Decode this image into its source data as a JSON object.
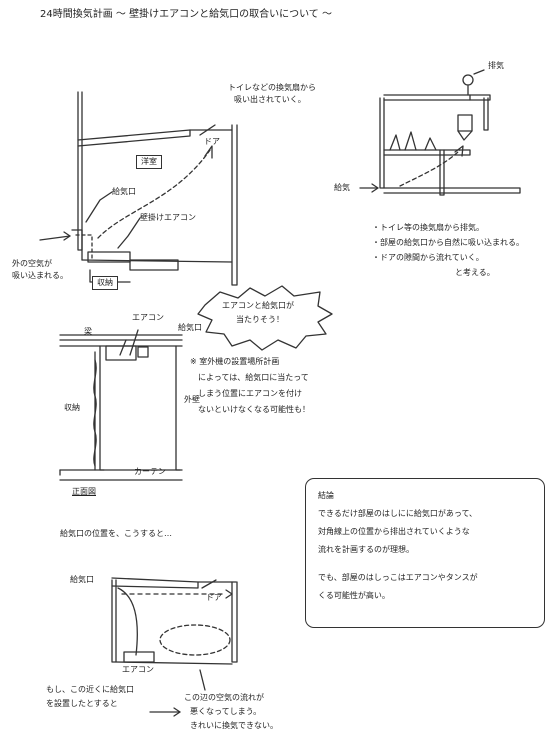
{
  "title": "24時間換気計画 〜 壁掛けエアコンと給気口の取合いについて 〜",
  "plan": {
    "toilet_callout": [
      "トイレなどの換気扇から",
      "吸い出されていく。"
    ],
    "room_label": "洋室",
    "door_label": "ドア",
    "supply_label": "給気口",
    "aircon_label": "壁掛けエアコン",
    "outside_air": [
      "外の空気が",
      "吸い込まれる。"
    ],
    "closet_label": "収納"
  },
  "section": {
    "exhaust_label": "排気",
    "supply_label": "給気",
    "notes": [
      "・トイレ等の換気扇から排気。",
      "・部屋の給気口から自然に吸い込まれる。",
      "・ドアの隙間から流れていく。",
      "と考える。"
    ]
  },
  "elevation": {
    "burst": [
      "エアコンと給気口が",
      "当たりそう！"
    ],
    "aircon_label": "エアコン",
    "supply_label": "給気口",
    "beam_label": "梁",
    "wall_label": "外壁",
    "closet_label": "収納",
    "curtain_label": "カーテン",
    "caption": "正面図",
    "warning": [
      "※ 室外機の設置場所計画",
      "によっては、給気口に当たって",
      "しまう位置にエアコンを付け",
      "ないといけなくなる可能性も！"
    ]
  },
  "conclusion": {
    "heading": "結論",
    "lines": [
      "できるだけ部屋のはしにに給気口があって、",
      "対角線上の位置から排出されていくような",
      "流れを計画するのが理想。",
      "でも、部屋のはしっこはエアコンやタンスが",
      "くる可能性が高い。"
    ]
  },
  "bottom": {
    "heading": "給気口の位置を、こうすると…",
    "supply_label": "給気口",
    "door_label": "ドア",
    "aircon_label": "エアコン",
    "note_left": [
      "もし、この近くに給気口",
      "を設置したとすると"
    ],
    "note_right": [
      "この辺の空気の流れが",
      "悪くなってしまう。",
      "きれいに換気できない。"
    ]
  }
}
